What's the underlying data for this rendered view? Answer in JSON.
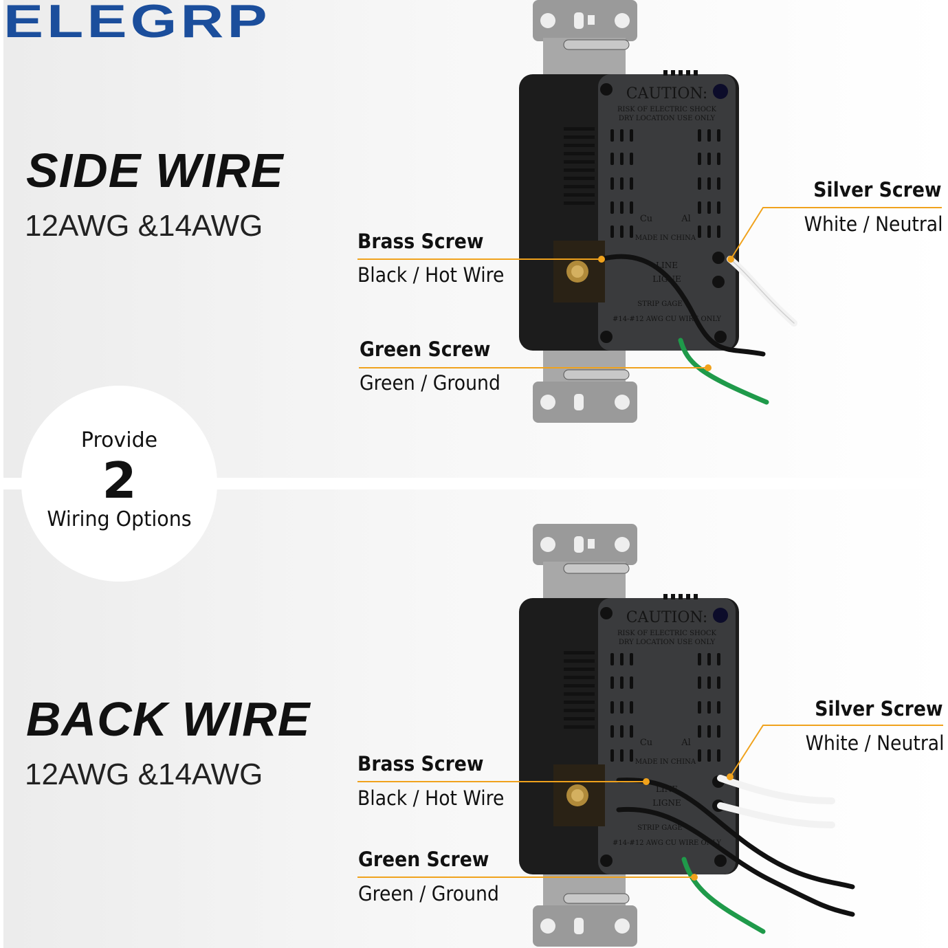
{
  "brand": {
    "logo": "ELEGRP",
    "color": "#1b4e9c"
  },
  "accent_color": "#f0a21c",
  "side_wire": {
    "title": "SIDE WIRE",
    "gauge": "12AWG &14AWG",
    "brass_label": "Brass Screw",
    "brass_desc": "Black / Hot Wire",
    "green_label": "Green Screw",
    "green_desc": "Green / Ground",
    "silver_label": "Silver Screw",
    "silver_desc": "White / Neutral"
  },
  "back_wire": {
    "title": "BACK WIRE",
    "gauge": "12AWG &14AWG",
    "brass_label": "Brass Screw",
    "brass_desc": "Black / Hot Wire",
    "green_label": "Green Screw",
    "green_desc": "Green / Ground",
    "silver_label": "Silver Screw",
    "silver_desc": "White / Neutral"
  },
  "badge": {
    "line1": "Provide",
    "number": "2",
    "line2": "Wiring Options"
  },
  "device_labels": {
    "caution": "CAUTION:",
    "warning1": "RISK OF ELECTRIC SHOCK",
    "warning2": "DRY LOCATION USE ONLY",
    "cu": "Cu",
    "al": "Al",
    "made_in": "MADE IN CHINA",
    "line": "LINE",
    "ligne": "LIGNE",
    "strip": "STRIP GAGE",
    "awg": "#14-#12 AWG CU WIRE ONLY"
  }
}
